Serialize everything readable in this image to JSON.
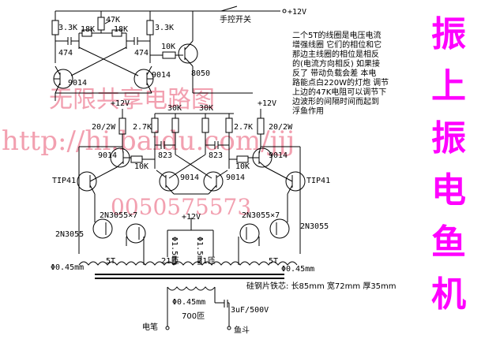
{
  "title_chars": [
    "振",
    "上",
    "振",
    "电",
    "鱼",
    "机"
  ],
  "description_lines": [
    "二个5T的线圈是电压电流",
    "增强线圈 它们的相位和它",
    "那边主线圈的相位是相反",
    "的(电流方向相反) 如果接",
    "反了 带动负载会差 本电",
    "路能点白220W的灯炮 调节",
    "上边的47K电阻可以调节下",
    "边波形的间隔时间而起到",
    "浮鱼作用"
  ],
  "watermark": {
    "line1": "无限共享电路图",
    "line2": "http://hi.baidu.com/jjj",
    "line3": "0050575573"
  },
  "labels": {
    "supply_top": "+12V",
    "switch": "手控开关",
    "r_3k3_left": "3.3K",
    "r_3k3_right": "3.3K",
    "pot_47k": "47K",
    "r_18k_left": "18K",
    "r_18k_right": "18K",
    "c_474_left": "474",
    "c_474_right": "474",
    "t_9014_left": "9014",
    "t_9014_right": "9014",
    "r_10k_top": "10K",
    "t_8050": "8050",
    "supply_left": "+12V",
    "supply_right": "+12V",
    "r_30k_left": "30K",
    "r_30k_right": "30K",
    "r_20_2w_left": "20/2W",
    "r_20_2w_right": "20/2W",
    "r_2k7_left": "2.7K",
    "r_2k7_right": "2.7K",
    "t_9014_mid_left": "9014",
    "t_9014_mid_right": "9014",
    "c_823_left": "823",
    "c_823_right": "823",
    "r_10k_left": "10K",
    "r_10k_right": "10K",
    "t_9014_low_left": "9014",
    "t_9014_low_right": "9014",
    "tip41_left": "TIP41",
    "tip41_right": "TIP41",
    "q_2n3055x7_left": "2N3055×7",
    "q_2n3055x7_right": "2N3055×7",
    "q_2n3055_left": "2N3055",
    "q_2n3055_right": "2N3055",
    "supply_center": "+12V",
    "wire_1_5_left": "Φ1.5mm",
    "wire_1_5_right": "Φ1.5mm",
    "turns_21_left": "21匝",
    "turns_21_right": "21匝",
    "turns_5t_left": "5T",
    "turns_5t_right": "5T",
    "wire_045_left": "Φ0.45mm",
    "wire_045_right": "Φ0.45mm",
    "core_spec": "硅钢片铁芯: 长85mm 宽72mm 厚35mm",
    "wire_045_sec": "Φ0.45mm",
    "turns_700": "700匝",
    "cap_3uf": "3uF/500V",
    "electrode_pen": "电笔",
    "electrode_fish": "鱼斗"
  }
}
